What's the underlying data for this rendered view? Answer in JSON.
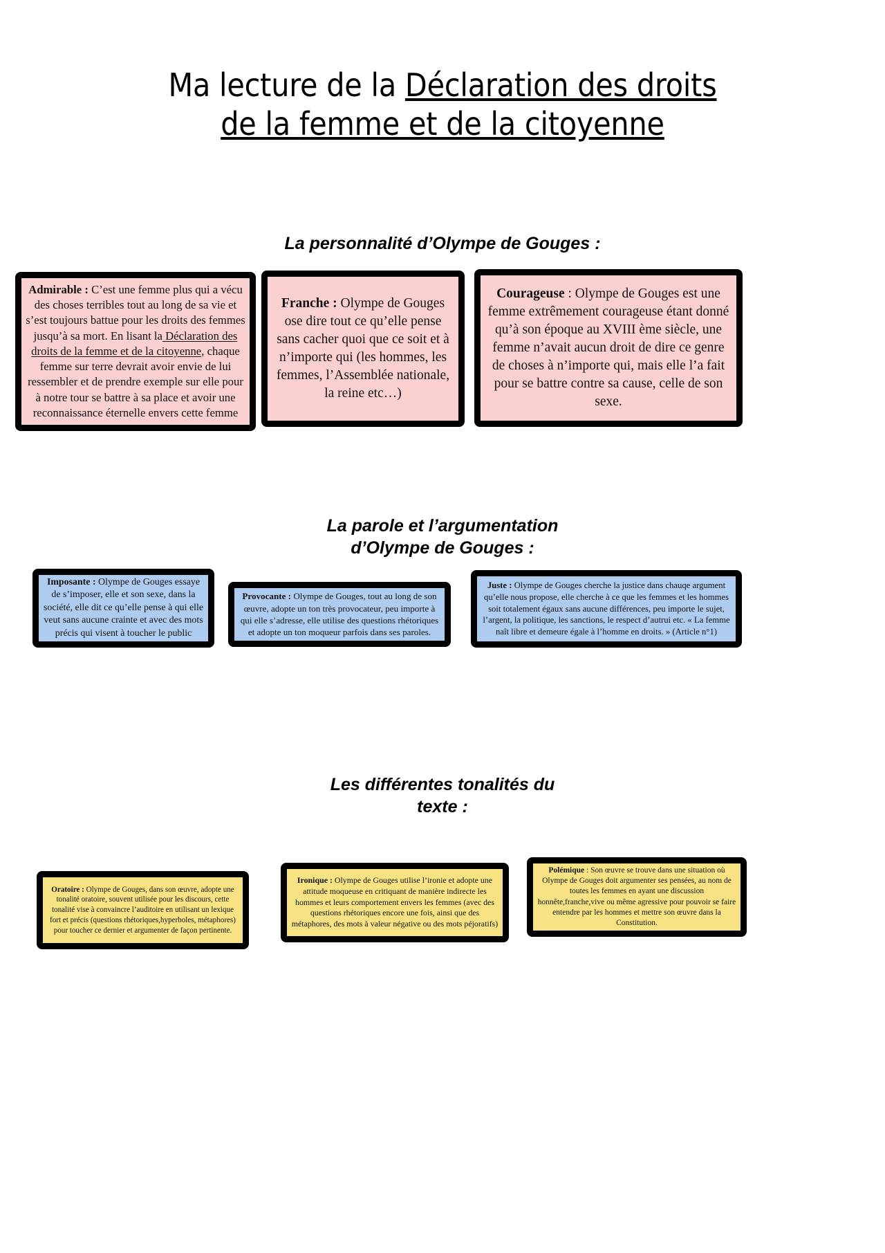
{
  "document": {
    "title_line1_plain": "Ma lecture de la ",
    "title_line1_underlined": "Déclaration des droits",
    "title_line2_plain": "de la ",
    "title_line2_underlined": "femme et de la citoyenne"
  },
  "colors": {
    "pink": "#fbd0d0",
    "blue": "#aecbf0",
    "yellow": "#f7e383",
    "border": "#000000",
    "text": "#111111",
    "page_background": "#ffffff"
  },
  "sections": [
    {
      "id": "personnalite",
      "heading": "La personnalité d’Olympe de Gouges :",
      "color": "pink",
      "cards": [
        {
          "term": "Admirable :",
          "body_part1": " C’est une femme plus qui a vécu des choses terribles tout au long de sa vie et s’est toujours battue pour les droits des femmes jusqu’à sa mort. En lisant la",
          "body_underlined": " Déclaration des droits de la femme et de la citoyenne",
          "body_part2": ", chaque femme sur terre devrait avoir envie de lui ressembler et de prendre exemple sur elle pour à notre tour se battre à sa place et avoir une reconnaissance éternelle envers cette femme"
        },
        {
          "term": "Franche :",
          "body": " Olympe de Gouges ose dire tout ce qu’elle pense sans cacher quoi que ce soit et à n’importe qui (les hommes, les femmes, l’Assemblée nationale, la reine etc…)"
        },
        {
          "term": "Courageuse",
          "body": " : Olympe de Gouges est une femme extrêmement courageuse étant donné qu’à son époque au XVIII ème siècle, une femme n’avait aucun droit de dire ce genre de choses à n’importe qui, mais elle l’a fait pour se battre contre sa cause, celle de son sexe."
        }
      ]
    },
    {
      "id": "parole-argumentation",
      "heading_line1": "La parole et l’argumentation",
      "heading_line2": "d’Olympe de Gouges :",
      "color": "blue",
      "cards": [
        {
          "term": "Imposante :",
          "body": " Olympe de Gouges essaye de s’imposer, elle et son sexe, dans la société, elle dit ce qu’elle pense à qui elle veut sans aucune crainte et avec des mots précis qui visent à toucher le public"
        },
        {
          "term": "Provocante :",
          "body": " Olympe de Gouges, tout au long de son œuvre, adopte un ton très provocateur, peu importe à qui elle s’adresse, elle utilise des questions rhétoriques et adopte un ton moqueur parfois dans ses paroles."
        },
        {
          "term": "Juste :",
          "body": " Olympe de Gouges cherche la justice dans chauqe argument qu’elle nous propose, elle cherche à ce que les femmes et les hommes soit totalement égaux sans aucune différences, peu importe le sujet, l’argent, la politique, les sanctions, le respect d’autrui etc. « La femme naît libre et demeure égale à l’homme en droits. » (Article n°1)"
        }
      ]
    },
    {
      "id": "tonalites",
      "heading_line1": "Les différentes tonalités du",
      "heading_line2": "texte :",
      "color": "yellow",
      "cards": [
        {
          "term": "Oratoire :",
          "body": " Olympe de Gouges, dans son œuvre, adopte une tonalité oratoire, souvent utilisée pour les discours, cette tonalité vise à convaincre l’auditoire en utilisant un lexique fort et précis (questions rhétoriques,hyperboles, métaphores) pour toucher ce dernier et argumenter de façon pertinente."
        },
        {
          "term": "Ironique :",
          "body": " Olympe de Gouges utilise l’ironie et adopte une attitude moqueuse en critiquant de manière indirecte les hommes et leurs comportement envers les femmes (avec des questions rhétoriques encore une fois, ainsi que des métaphores, des mots à valeur négative ou des mots péjoratifs)"
        },
        {
          "term": "Polémique",
          "body": " : Son œuvre se trouve dans une situation où Olympe de Gouges doit argumenter ses pensées, au nom de toutes les femmes en ayant une discussion honnête,franche,vive ou même agressive pour pouvoir se faire entendre par les hommes et mettre son œuvre dans la Constitution."
        }
      ]
    }
  ]
}
